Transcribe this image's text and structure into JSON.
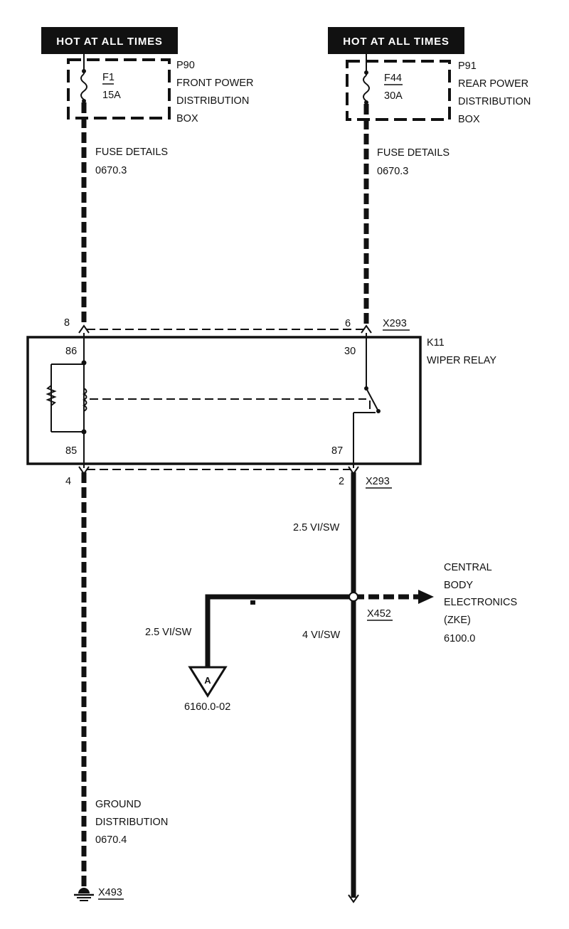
{
  "banners": {
    "left": "HOT AT ALL TIMES",
    "right": "HOT AT ALL TIMES"
  },
  "fuses": {
    "left": {
      "id": "F1",
      "rating": "15A",
      "box_code": "P90",
      "box_line1": "FRONT POWER",
      "box_line2": "DISTRIBUTION",
      "box_line3": "BOX"
    },
    "right": {
      "id": "F44",
      "rating": "30A",
      "box_code": "P91",
      "box_line1": "REAR POWER",
      "box_line2": "DISTRIBUTION",
      "box_line3": "BOX"
    }
  },
  "fuse_details": {
    "left": {
      "line1": "FUSE DETAILS",
      "line2": "0670.3"
    },
    "right": {
      "line1": "FUSE DETAILS",
      "line2": "0670.3"
    }
  },
  "connector_top": {
    "pin_left": "8",
    "pin_right": "6",
    "name": "X293"
  },
  "relay": {
    "id": "K11",
    "name": "WIPER RELAY",
    "pin_86": "86",
    "pin_30": "30",
    "pin_85": "85",
    "pin_87": "87"
  },
  "connector_bottom": {
    "pin_left": "4",
    "pin_right": "2",
    "name": "X293"
  },
  "wires": {
    "upper_right": "2.5 VI/SW",
    "branch": "2.5 VI/SW",
    "main_right": "4 VI/SW"
  },
  "splice": "X452",
  "zke": {
    "line1": "CENTRAL",
    "line2": "BODY",
    "line3": "ELECTRONICS",
    "line4": "(ZKE)",
    "line5": "6100.0"
  },
  "ref_a": {
    "letter": "A",
    "code": "6160.0-02"
  },
  "ground": {
    "line1": "GROUND",
    "line2": "DISTRIBUTION",
    "line3": "0670.4",
    "connector": "X493"
  }
}
